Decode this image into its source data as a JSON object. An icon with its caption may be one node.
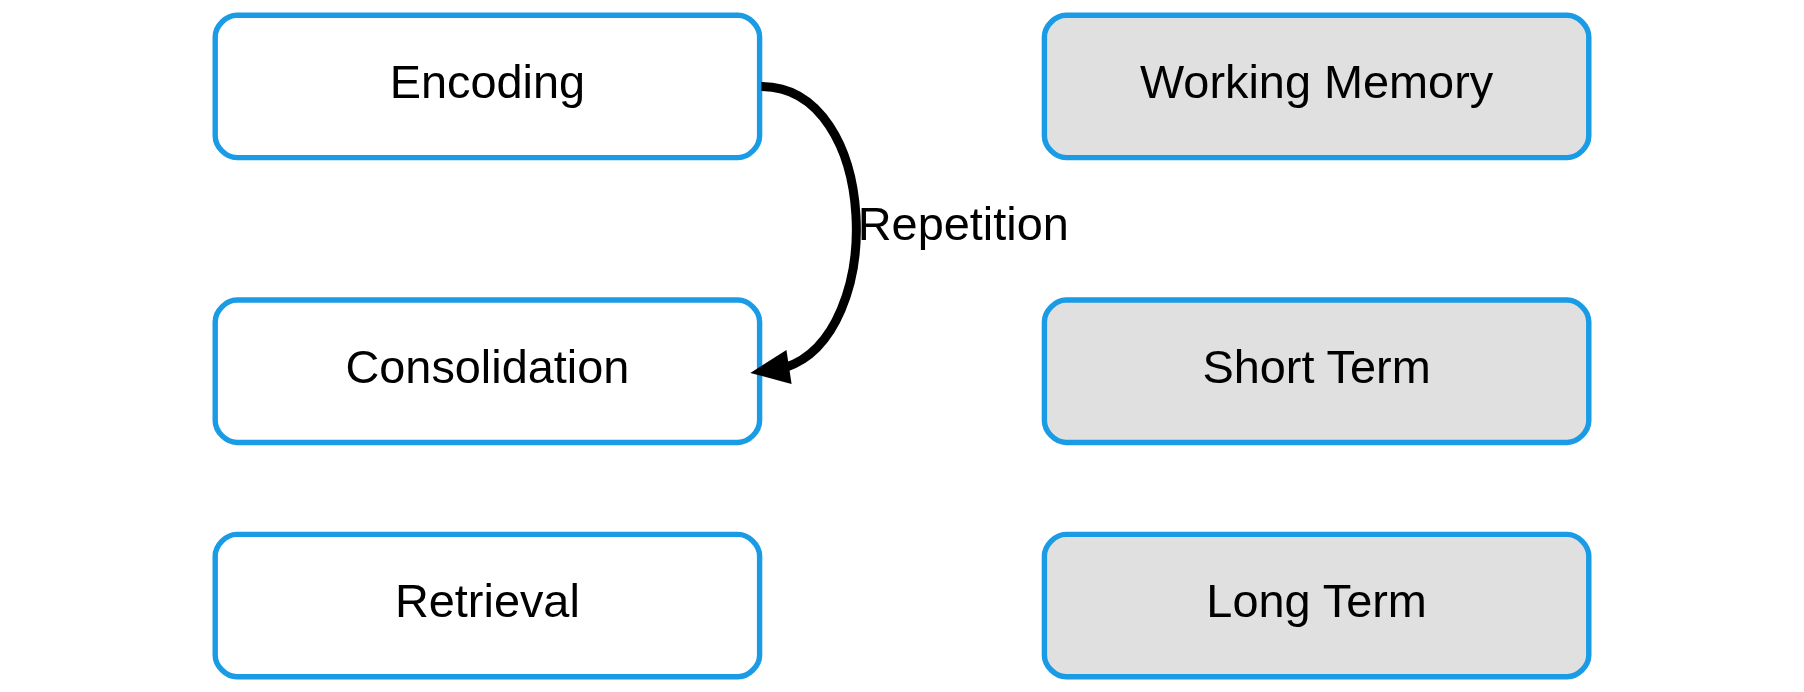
{
  "diagram": {
    "nodes": [
      {
        "text": [
          "Encoding"
        ]
      },
      {
        "text": [
          "Consolidation"
        ]
      },
      {
        "text": [
          "Retrieval"
        ]
      },
      {
        "text": [
          "Working Memory"
        ]
      },
      {
        "text": [
          "Short Term"
        ]
      },
      {
        "text": [
          "Long Term"
        ]
      }
    ],
    "edges": [
      {
        "from": 0,
        "to": 1,
        "arrow": "to",
        "label": "Repetition"
      }
    ]
  }
}
